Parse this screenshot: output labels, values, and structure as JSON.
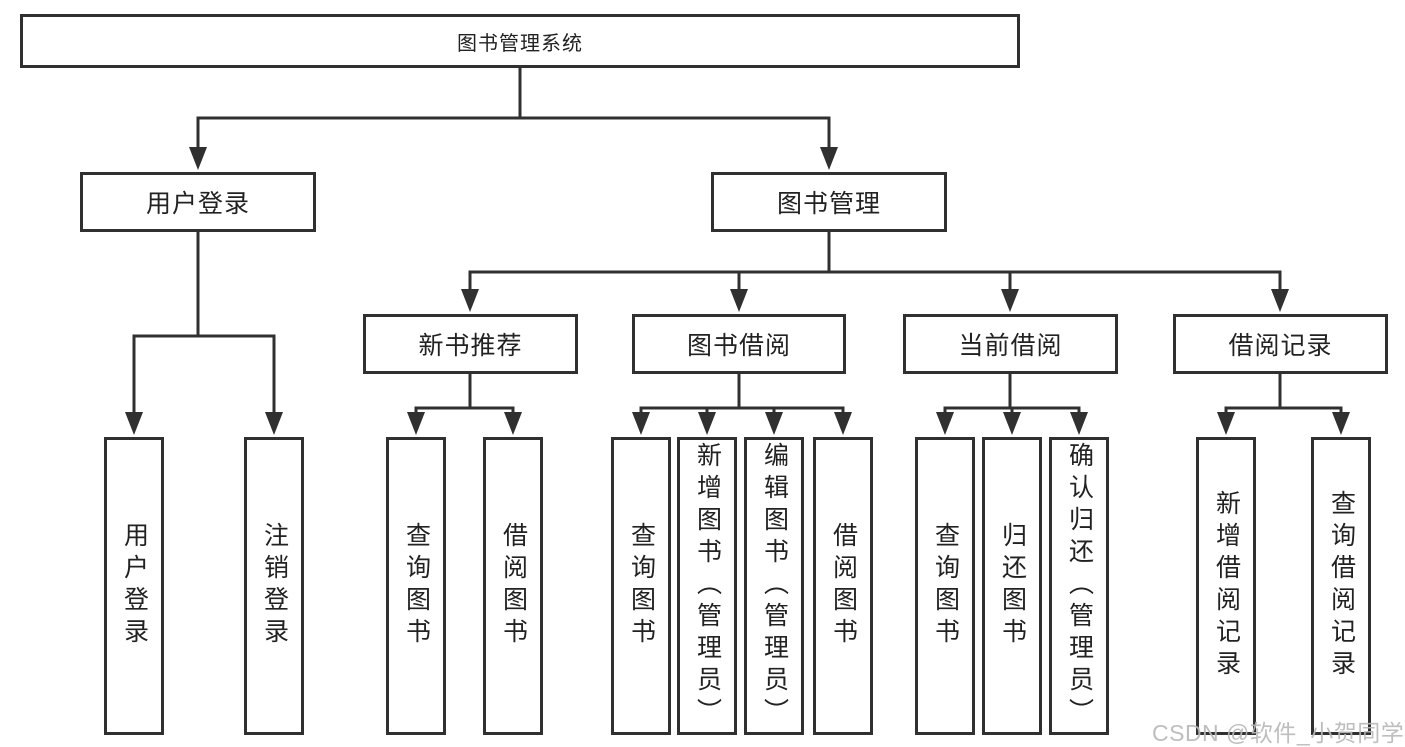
{
  "tree": {
    "root": {
      "label": "图书管理系统",
      "children": [
        {
          "label": "用户登录",
          "children": [
            {
              "label": "用户登录"
            },
            {
              "label": "注销登录"
            }
          ]
        },
        {
          "label": "图书管理",
          "children": [
            {
              "label": "新书推荐",
              "children": [
                {
                  "label": "查询图书"
                },
                {
                  "label": "借阅图书"
                }
              ]
            },
            {
              "label": "图书借阅",
              "children": [
                {
                  "label": "查询图书"
                },
                {
                  "label": "新增图书（管理员）"
                },
                {
                  "label": "编辑图书（管理员）"
                },
                {
                  "label": "借阅图书"
                }
              ]
            },
            {
              "label": "当前借阅",
              "children": [
                {
                  "label": "查询图书"
                },
                {
                  "label": "归还图书"
                },
                {
                  "label": "确认归还（管理员）"
                }
              ]
            },
            {
              "label": "借阅记录",
              "children": [
                {
                  "label": "新增借阅记录"
                },
                {
                  "label": "查询借阅记录"
                }
              ]
            }
          ]
        }
      ]
    }
  },
  "watermark": {
    "text": "CSDN @软件_小贺同学"
  },
  "colors": {
    "line": "#303030",
    "box_background": "#ffffff",
    "text": "#222222",
    "watermark": "#b9b9b9",
    "page_background": "#ffffff"
  }
}
